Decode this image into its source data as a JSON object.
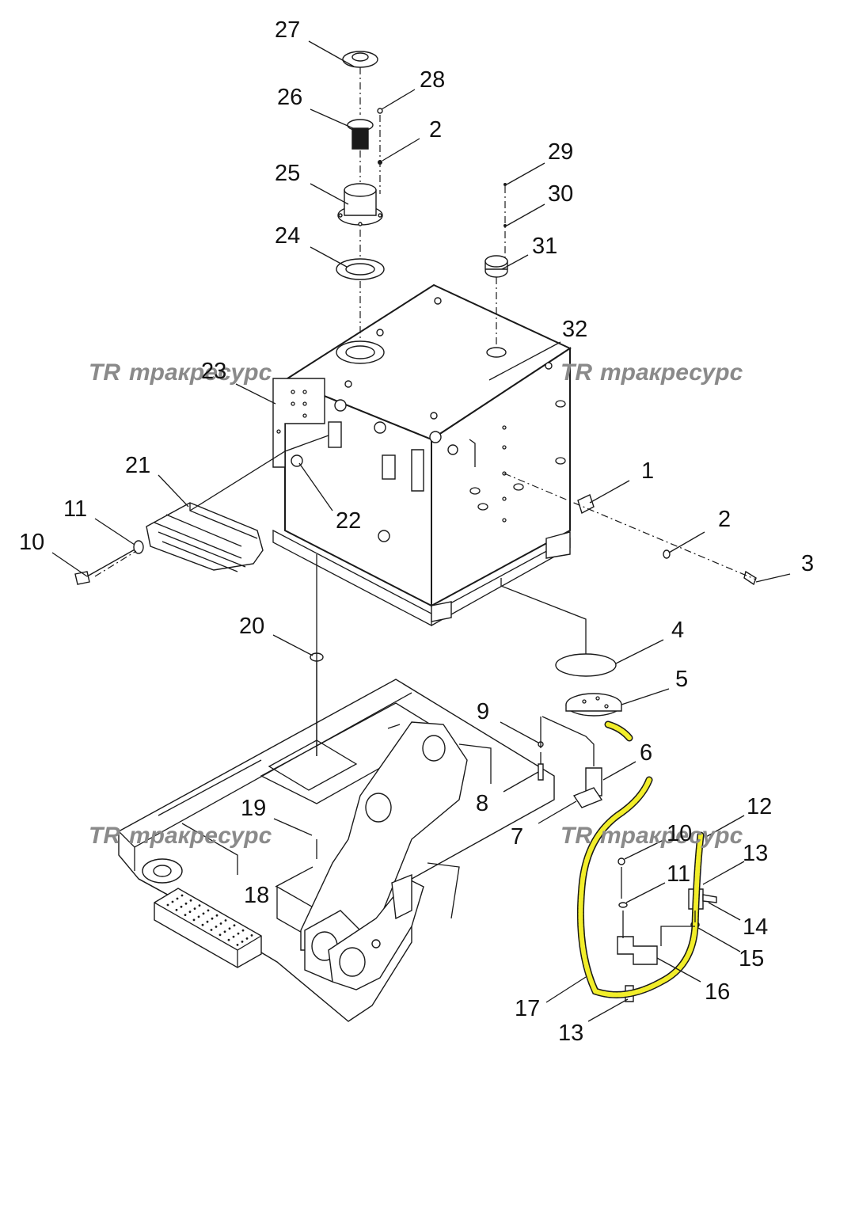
{
  "watermark": {
    "logo": "TR",
    "text": "тракресурс",
    "color": "#8a8a8a"
  },
  "hose_color": "#f2ee2a",
  "callouts": [
    {
      "id": "27",
      "label": "27"
    },
    {
      "id": "28",
      "label": "28"
    },
    {
      "id": "26",
      "label": "26"
    },
    {
      "id": "2a",
      "label": "2"
    },
    {
      "id": "29",
      "label": "29"
    },
    {
      "id": "25",
      "label": "25"
    },
    {
      "id": "30",
      "label": "30"
    },
    {
      "id": "24",
      "label": "24"
    },
    {
      "id": "31",
      "label": "31"
    },
    {
      "id": "32",
      "label": "32"
    },
    {
      "id": "23",
      "label": "23"
    },
    {
      "id": "21",
      "label": "21"
    },
    {
      "id": "1",
      "label": "1"
    },
    {
      "id": "11a",
      "label": "11"
    },
    {
      "id": "22",
      "label": "22"
    },
    {
      "id": "2b",
      "label": "2"
    },
    {
      "id": "10a",
      "label": "10"
    },
    {
      "id": "3",
      "label": "3"
    },
    {
      "id": "20",
      "label": "20"
    },
    {
      "id": "4",
      "label": "4"
    },
    {
      "id": "5",
      "label": "5"
    },
    {
      "id": "9",
      "label": "9"
    },
    {
      "id": "6",
      "label": "6"
    },
    {
      "id": "8",
      "label": "8"
    },
    {
      "id": "12",
      "label": "12"
    },
    {
      "id": "19",
      "label": "19"
    },
    {
      "id": "7",
      "label": "7"
    },
    {
      "id": "10b",
      "label": "10"
    },
    {
      "id": "13a",
      "label": "13"
    },
    {
      "id": "11b",
      "label": "11"
    },
    {
      "id": "18",
      "label": "18"
    },
    {
      "id": "14",
      "label": "14"
    },
    {
      "id": "15",
      "label": "15"
    },
    {
      "id": "16",
      "label": "16"
    },
    {
      "id": "17",
      "label": "17"
    },
    {
      "id": "13b",
      "label": "13"
    }
  ]
}
